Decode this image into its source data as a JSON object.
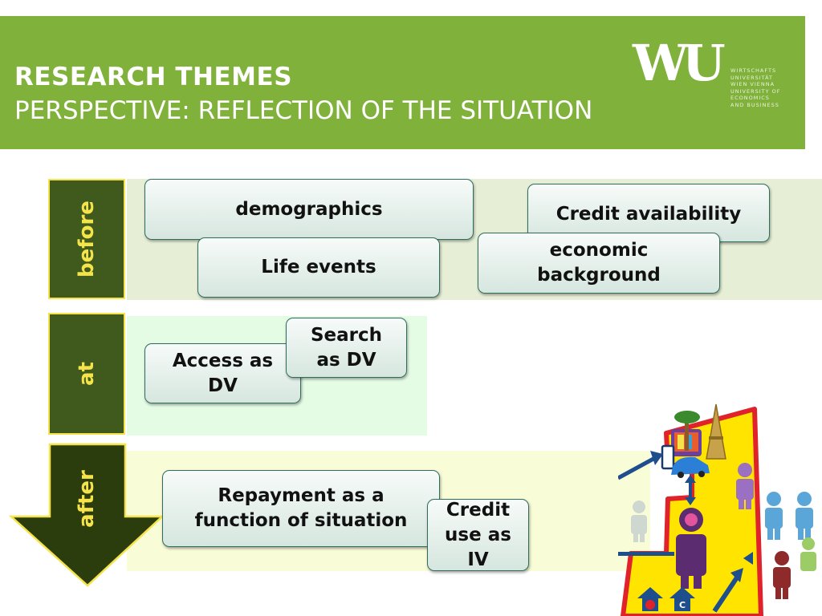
{
  "header": {
    "title": "RESEARCH THEMES",
    "subtitle": "PERSPECTIVE: REFLECTION OF THE SITUATION",
    "logo": {
      "mark": "WU",
      "words": [
        "Wirtschafts",
        "Universität",
        "Wien Vienna",
        "University of",
        "Economics",
        "and Business"
      ]
    }
  },
  "phases": {
    "before": {
      "label": "before",
      "boxes": {
        "demographics": "demographics",
        "life_events": "Life events",
        "credit_availability": "Credit availability",
        "economic_background": "economic background"
      }
    },
    "at": {
      "label": "at",
      "boxes": {
        "access": "Access as DV",
        "search": "Search as DV"
      }
    },
    "after": {
      "label": "after",
      "boxes": {
        "repayment": "Repayment as a function of situation",
        "credit_use": "Credit use as IV"
      }
    }
  },
  "illustration": {
    "icons": [
      "tv-icon",
      "palm-tree-icon",
      "eiffel-tower-icon",
      "phone-icon",
      "car-icon",
      "brain-person-icon",
      "person-icon",
      "credit-icon",
      "shopping-cart-icon"
    ],
    "labels": {
      "credit_symbol": "C"
    }
  },
  "colors": {
    "header_green": "#80b13b",
    "phase_dark_green": "#3f5a1c",
    "phase_label_yellow": "#f4e34a",
    "before_band": "#e6efd6",
    "at_band": "#e4fbe4",
    "after_band": "#f8fcd7",
    "box_border": "#2f6d5c",
    "map_yellow": "#ffe400",
    "map_red": "#e0232b"
  }
}
